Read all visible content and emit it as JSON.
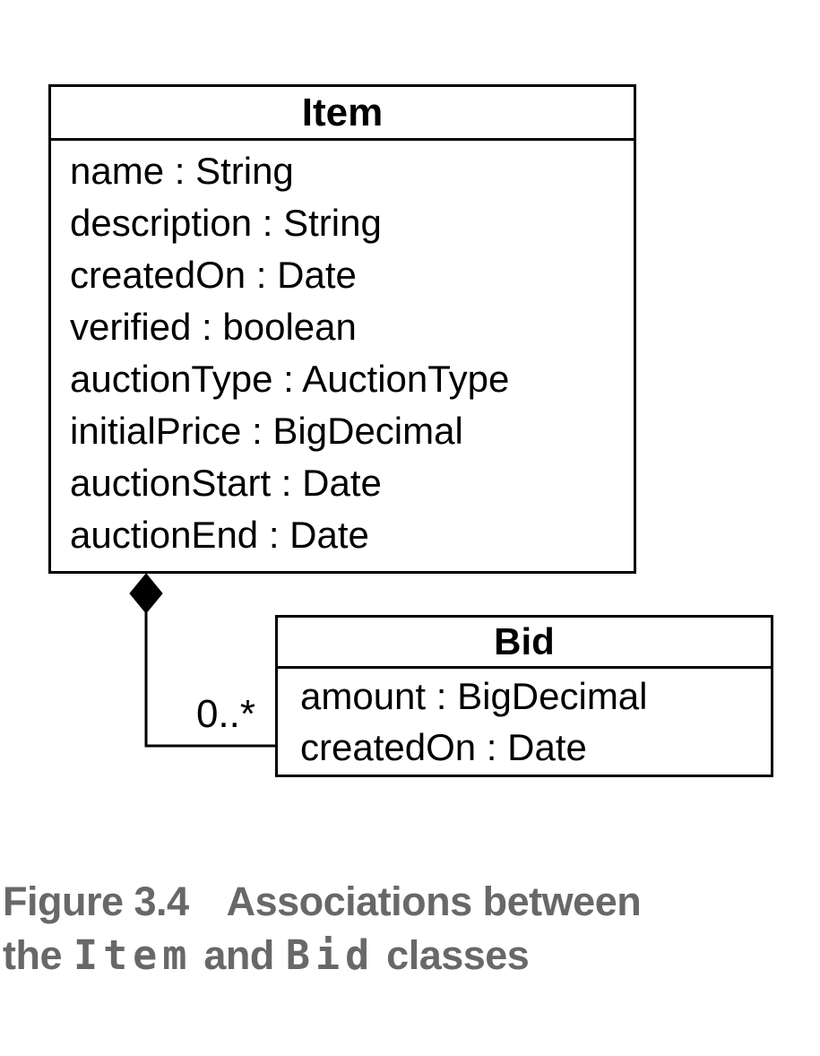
{
  "diagram": {
    "item_class": {
      "title": "Item",
      "attributes": [
        "name : String",
        "description : String",
        "createdOn : Date",
        "verified : boolean",
        "auctionType : AuctionType",
        "initialPrice : BigDecimal",
        "auctionStart : Date",
        "auctionEnd : Date"
      ]
    },
    "bid_class": {
      "title": "Bid",
      "attributes": [
        "amount : BigDecimal",
        "createdOn : Date"
      ]
    },
    "association": {
      "type": "composition",
      "multiplicity": "0..*"
    }
  },
  "caption": {
    "figure_label": "Figure 3.4",
    "line1_text": "Associations between",
    "line2_word1": "the",
    "line2_code1": "Item",
    "line2_word2": "and",
    "line2_code2": "Bid",
    "line2_word3": "classes"
  },
  "colors": {
    "line_black": "#000000",
    "caption_gray": "#686868",
    "background": "#ffffff"
  }
}
